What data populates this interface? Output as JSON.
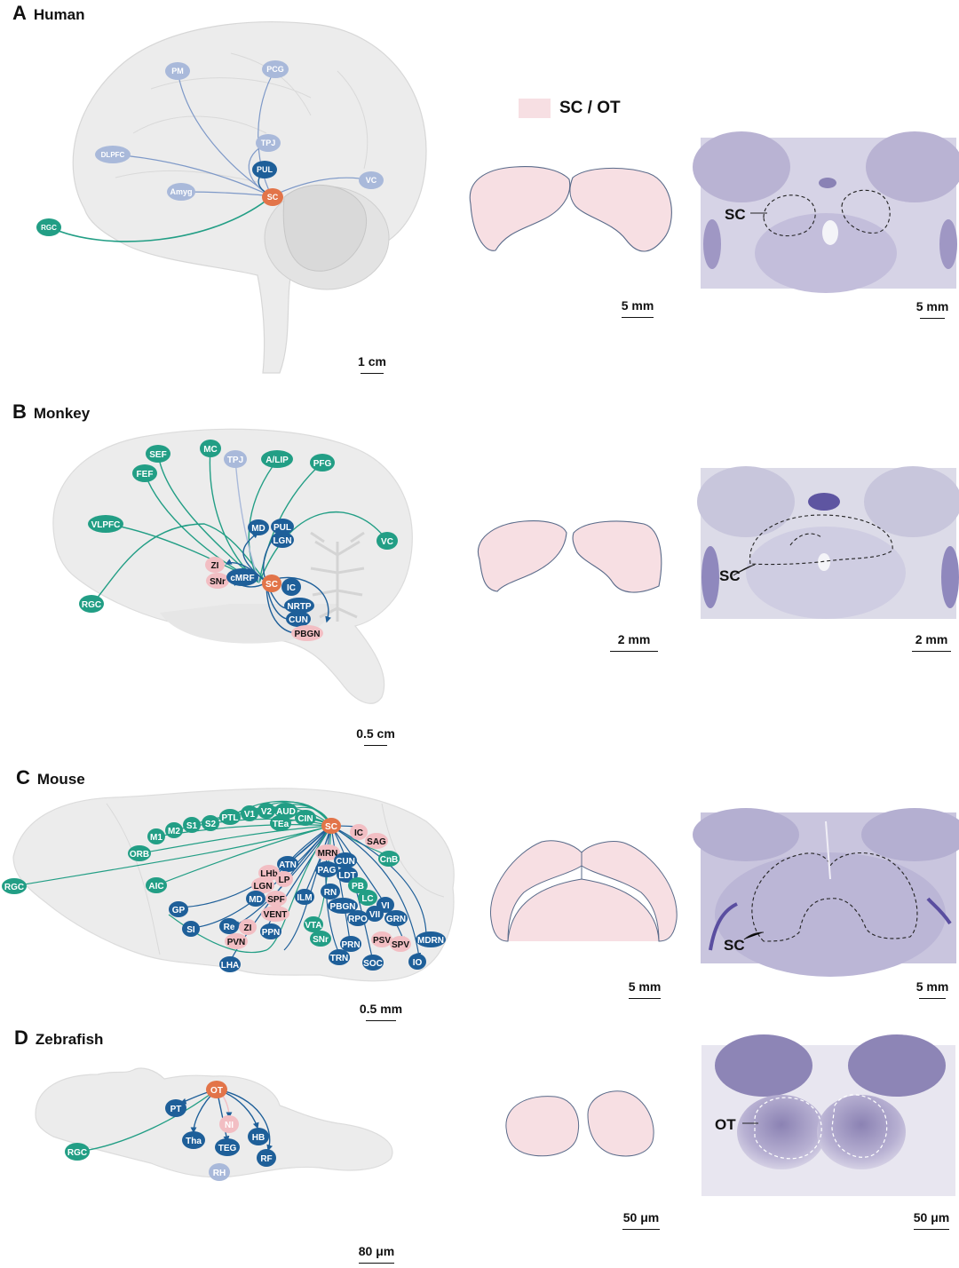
{
  "legend": {
    "label": "SC / OT",
    "color": "#f7dfe3"
  },
  "colors": {
    "dark_blue": "#1e5f99",
    "teal": "#229e85",
    "light_blue": "#a9b9da",
    "pink": "#f2bec3",
    "orange": "#e27449",
    "brain_fill": "#ececec"
  },
  "panels": {
    "human": {
      "letter": "A",
      "name": "Human",
      "scale_brain": "1 cm",
      "scale_schematic": "5 mm",
      "scale_micro": "5 mm",
      "micro_label": "SC",
      "nodes": [
        {
          "id": "SC",
          "kind": "orange"
        },
        {
          "id": "PUL",
          "kind": "dark_blue"
        },
        {
          "id": "TPJ",
          "kind": "light_blue"
        },
        {
          "id": "PM",
          "kind": "light_blue"
        },
        {
          "id": "PCG",
          "kind": "light_blue"
        },
        {
          "id": "DLPFC",
          "kind": "light_blue"
        },
        {
          "id": "Amyg",
          "kind": "light_blue"
        },
        {
          "id": "VC",
          "kind": "light_blue"
        },
        {
          "id": "RGC",
          "kind": "teal"
        }
      ]
    },
    "monkey": {
      "letter": "B",
      "name": "Monkey",
      "scale_brain": "0.5 cm",
      "scale_schematic": "2 mm",
      "scale_micro": "2 mm",
      "micro_label": "SC",
      "nodes": [
        {
          "id": "SEF",
          "kind": "teal"
        },
        {
          "id": "MC",
          "kind": "teal"
        },
        {
          "id": "TPJ",
          "kind": "light_blue"
        },
        {
          "id": "A/LIP",
          "kind": "teal"
        },
        {
          "id": "PFG",
          "kind": "teal"
        },
        {
          "id": "FEF",
          "kind": "teal"
        },
        {
          "id": "VLPFC",
          "kind": "teal"
        },
        {
          "id": "VC",
          "kind": "teal"
        },
        {
          "id": "RGC",
          "kind": "teal"
        },
        {
          "id": "MD",
          "kind": "dark_blue"
        },
        {
          "id": "PUL",
          "kind": "dark_blue"
        },
        {
          "id": "LGN",
          "kind": "dark_blue"
        },
        {
          "id": "ZI",
          "kind": "pink"
        },
        {
          "id": "SNr",
          "kind": "pink"
        },
        {
          "id": "cMRF",
          "kind": "dark_blue"
        },
        {
          "id": "SC",
          "kind": "orange"
        },
        {
          "id": "IC",
          "kind": "dark_blue"
        },
        {
          "id": "NRTP",
          "kind": "dark_blue"
        },
        {
          "id": "CUN",
          "kind": "dark_blue"
        },
        {
          "id": "PBGN",
          "kind": "pink"
        }
      ]
    },
    "mouse": {
      "letter": "C",
      "name": "Mouse",
      "scale_brain": "0.5 mm",
      "scale_schematic": "5 mm",
      "scale_micro": "5 mm",
      "micro_label": "SC",
      "nodes": [
        {
          "id": "M1",
          "kind": "teal"
        },
        {
          "id": "M2",
          "kind": "teal"
        },
        {
          "id": "S1",
          "kind": "teal"
        },
        {
          "id": "S2",
          "kind": "teal"
        },
        {
          "id": "PTL",
          "kind": "teal"
        },
        {
          "id": "V1",
          "kind": "teal"
        },
        {
          "id": "V2",
          "kind": "teal"
        },
        {
          "id": "AUD",
          "kind": "teal"
        },
        {
          "id": "TEa",
          "kind": "teal"
        },
        {
          "id": "CIN",
          "kind": "teal"
        },
        {
          "id": "ORB",
          "kind": "teal"
        },
        {
          "id": "RGC",
          "kind": "teal"
        },
        {
          "id": "AIC",
          "kind": "teal"
        },
        {
          "id": "SC",
          "kind": "orange"
        },
        {
          "id": "IC",
          "kind": "pink"
        },
        {
          "id": "SAG",
          "kind": "pink"
        },
        {
          "id": "CnB",
          "kind": "teal"
        },
        {
          "id": "MRN",
          "kind": "pink"
        },
        {
          "id": "CUN",
          "kind": "dark_blue"
        },
        {
          "id": "PAG",
          "kind": "dark_blue"
        },
        {
          "id": "LDT",
          "kind": "dark_blue"
        },
        {
          "id": "PB",
          "kind": "teal"
        },
        {
          "id": "LC",
          "kind": "teal"
        },
        {
          "id": "ATN",
          "kind": "dark_blue"
        },
        {
          "id": "LHb",
          "kind": "pink"
        },
        {
          "id": "LP",
          "kind": "pink"
        },
        {
          "id": "LGN",
          "kind": "pink"
        },
        {
          "id": "MD",
          "kind": "dark_blue"
        },
        {
          "id": "SPF",
          "kind": "pink"
        },
        {
          "id": "VENT",
          "kind": "pink"
        },
        {
          "id": "ILM",
          "kind": "dark_blue"
        },
        {
          "id": "RN",
          "kind": "dark_blue"
        },
        {
          "id": "PBGN",
          "kind": "dark_blue"
        },
        {
          "id": "RPO",
          "kind": "dark_blue"
        },
        {
          "id": "VI",
          "kind": "dark_blue"
        },
        {
          "id": "VII",
          "kind": "dark_blue"
        },
        {
          "id": "GRN",
          "kind": "dark_blue"
        },
        {
          "id": "GP",
          "kind": "dark_blue"
        },
        {
          "id": "SI",
          "kind": "dark_blue"
        },
        {
          "id": "Re",
          "kind": "dark_blue"
        },
        {
          "id": "ZI",
          "kind": "pink"
        },
        {
          "id": "PVN",
          "kind": "pink"
        },
        {
          "id": "PPN",
          "kind": "dark_blue"
        },
        {
          "id": "VTA",
          "kind": "teal"
        },
        {
          "id": "SNr",
          "kind": "teal"
        },
        {
          "id": "PRN",
          "kind": "dark_blue"
        },
        {
          "id": "TRN",
          "kind": "dark_blue"
        },
        {
          "id": "PSV",
          "kind": "pink"
        },
        {
          "id": "SPV",
          "kind": "pink"
        },
        {
          "id": "MDRN",
          "kind": "dark_blue"
        },
        {
          "id": "SOC",
          "kind": "dark_blue"
        },
        {
          "id": "IO",
          "kind": "dark_blue"
        },
        {
          "id": "LHA",
          "kind": "dark_blue"
        }
      ]
    },
    "zebrafish": {
      "letter": "D",
      "name": "Zebrafish",
      "scale_brain": "80 μm",
      "scale_schematic": "50 μm",
      "scale_micro": "50 μm",
      "micro_label": "OT",
      "nodes": [
        {
          "id": "OT",
          "kind": "orange"
        },
        {
          "id": "PT",
          "kind": "dark_blue"
        },
        {
          "id": "NI",
          "kind": "pink"
        },
        {
          "id": "Tha",
          "kind": "dark_blue"
        },
        {
          "id": "TEG",
          "kind": "dark_blue"
        },
        {
          "id": "HB",
          "kind": "dark_blue"
        },
        {
          "id": "RF",
          "kind": "dark_blue"
        },
        {
          "id": "RH",
          "kind": "light_blue"
        },
        {
          "id": "RGC",
          "kind": "teal"
        }
      ]
    }
  }
}
